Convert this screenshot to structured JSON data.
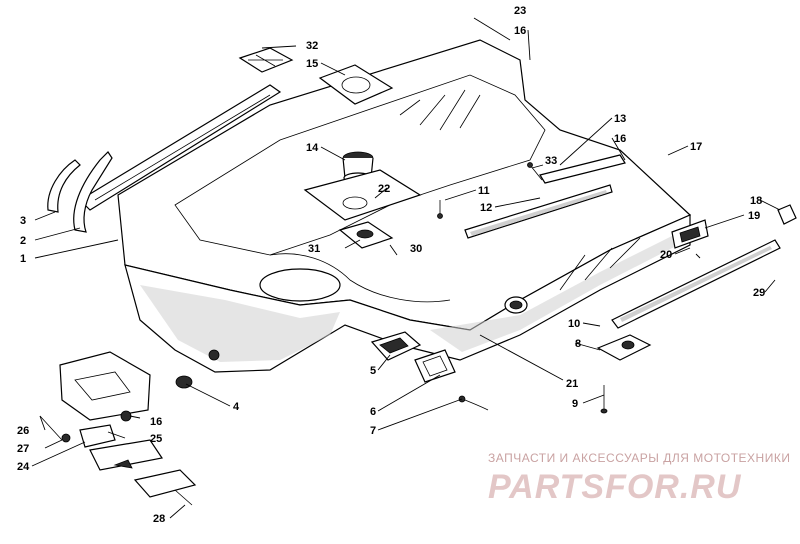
{
  "diagram": {
    "callouts": {
      "c1": "1",
      "c2": "2",
      "c3": "3",
      "c4": "4",
      "c5": "5",
      "c6": "6",
      "c7": "7",
      "c8": "8",
      "c9": "9",
      "c10": "10",
      "c11": "11",
      "c12": "12",
      "c13": "13",
      "c14": "14",
      "c15": "15",
      "c16a": "16",
      "c16b": "16",
      "c16c": "16",
      "c17": "17",
      "c18": "18",
      "c19": "19",
      "c20": "20",
      "c21": "21",
      "c22": "22",
      "c23": "23",
      "c24": "24",
      "c25": "25",
      "c26": "26",
      "c27": "27",
      "c28": "28",
      "c29": "29",
      "c30": "30",
      "c31": "31",
      "c32": "32",
      "c33": "33"
    }
  },
  "watermark": {
    "tagline": "ЗАПЧАСТИ И АКСЕССУАРЫ ДЛЯ МОТОТЕХНИКИ",
    "logo": "PARTSFOR.RU"
  }
}
